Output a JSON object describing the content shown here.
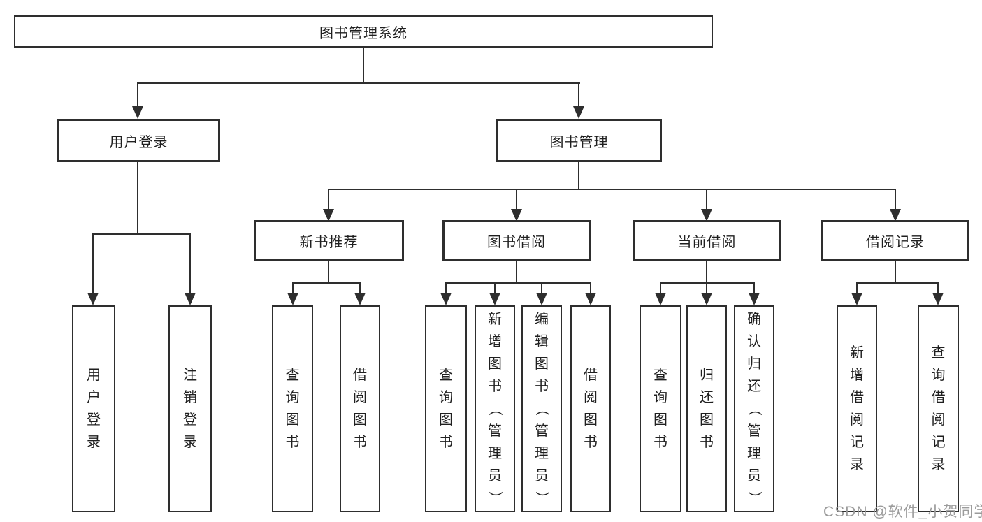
{
  "diagram": {
    "title": "图书管理系统",
    "branches": [
      {
        "label": "用户登录",
        "children": [
          {
            "label": "用户登录"
          },
          {
            "label": "注销登录"
          }
        ]
      },
      {
        "label": "图书管理",
        "children": [
          {
            "label": "新书推荐",
            "children": [
              {
                "label": "查询图书"
              },
              {
                "label": "借阅图书"
              }
            ]
          },
          {
            "label": "图书借阅",
            "children": [
              {
                "label": "查询图书"
              },
              {
                "label": "新增图书（管理员）"
              },
              {
                "label": "编辑图书（管理员）"
              },
              {
                "label": "借阅图书"
              }
            ]
          },
          {
            "label": "当前借阅",
            "children": [
              {
                "label": "查询图书"
              },
              {
                "label": "归还图书"
              },
              {
                "label": "确认归还（管理员）"
              }
            ]
          },
          {
            "label": "借阅记录",
            "children": [
              {
                "label": "新增借阅记录"
              },
              {
                "label": "查询借阅记录"
              }
            ]
          }
        ]
      }
    ]
  },
  "watermark": {
    "text": "CSDN @软件_小贺同学",
    "color": "#9b9b9b"
  },
  "colors": {
    "line": "#2e2e2e",
    "background": "#ffffff",
    "text": "#1f1f1f"
  }
}
